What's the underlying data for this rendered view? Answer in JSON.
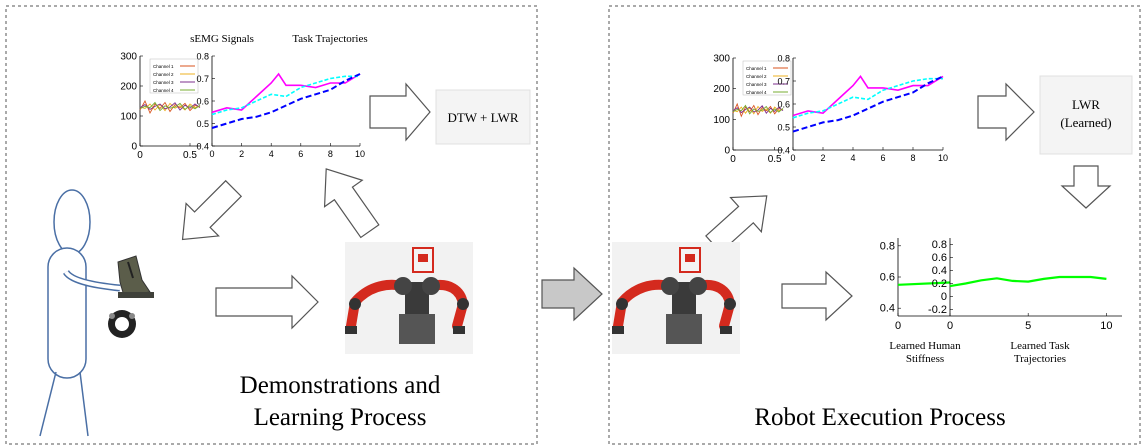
{
  "panels": {
    "demonstration": {
      "caption_line1": "Demonstrations and",
      "caption_line2": "Learning Process",
      "semg_title": "sEMG Signals",
      "traj_title": "Task Trajectories",
      "method_box": "DTW + LWR"
    },
    "execution": {
      "caption": "Robot Execution Process",
      "method_line1": "LWR",
      "method_line2": "(Learned)",
      "stiffness_label_line1": "Learned Human",
      "stiffness_label_line2": "Stiffness",
      "traj_label_line1": "Learned Task",
      "traj_label_line2": "Trajectories"
    }
  },
  "legend": [
    "Channel 1",
    "Channel 2",
    "Channel 3",
    "Channel 4"
  ],
  "colors": {
    "emg_channels": [
      "#d9531e",
      "#edb120",
      "#7e2f8e",
      "#77ac30"
    ],
    "traj_magenta": "#ff00ff",
    "traj_cyan": "#00ffff",
    "traj_blue": "#0000ff",
    "learned": "#00ff00",
    "arrow_fill": "#ffffff",
    "arrow_mid_fill": "#c8c8c8",
    "robot_red": "#d42a1e",
    "panel_border": "#555555"
  },
  "chart_data": [
    {
      "type": "line",
      "title": "sEMG Signals",
      "ylim": [
        0,
        300
      ],
      "yticks": [
        "300",
        "200",
        "100",
        "0"
      ],
      "xlim": [
        0,
        0.6
      ],
      "xticks": [
        "0",
        "0.5"
      ],
      "series": [
        {
          "name": "Channel 1",
          "x": [
            0,
            0.05,
            0.1,
            0.15,
            0.2,
            0.25,
            0.3,
            0.35,
            0.4,
            0.45,
            0.5,
            0.55,
            0.6
          ],
          "values": [
            120,
            150,
            110,
            140,
            125,
            145,
            115,
            138,
            128,
            142,
            118,
            135,
            130
          ]
        },
        {
          "name": "Channel 2",
          "x": [
            0,
            0.05,
            0.1,
            0.15,
            0.2,
            0.25,
            0.3,
            0.35,
            0.4,
            0.45,
            0.5,
            0.55,
            0.6
          ],
          "values": [
            130,
            125,
            140,
            120,
            138,
            118,
            142,
            126,
            134,
            120,
            140,
            128,
            132
          ]
        },
        {
          "name": "Channel 3",
          "x": [
            0,
            0.05,
            0.1,
            0.15,
            0.2,
            0.25,
            0.3,
            0.35,
            0.4,
            0.45,
            0.5,
            0.55,
            0.6
          ],
          "values": [
            128,
            138,
            122,
            132,
            140,
            124,
            130,
            144,
            120,
            136,
            126,
            140,
            128
          ]
        },
        {
          "name": "Channel 4",
          "x": [
            0,
            0.05,
            0.1,
            0.15,
            0.2,
            0.25,
            0.3,
            0.35,
            0.4,
            0.45,
            0.5,
            0.55,
            0.6
          ],
          "values": [
            125,
            132,
            128,
            145,
            118,
            134,
            126,
            130,
            142,
            122,
            134,
            124,
            136
          ]
        }
      ]
    },
    {
      "type": "line",
      "title": "Task Trajectories",
      "ylim": [
        0.4,
        0.8
      ],
      "yticks": [
        "0.8",
        "0.7",
        "0.6",
        "0.5",
        "0.4"
      ],
      "xlim": [
        0,
        10
      ],
      "xticks": [
        "0",
        "2",
        "4",
        "6",
        "8",
        "10"
      ],
      "series": [
        {
          "x": [
            0,
            1,
            2,
            3,
            4,
            4.5,
            5,
            6,
            7,
            8,
            9,
            10
          ],
          "values": [
            0.55,
            0.57,
            0.56,
            0.62,
            0.68,
            0.72,
            0.67,
            0.67,
            0.66,
            0.68,
            0.68,
            0.72
          ]
        },
        {
          "x": [
            0,
            1,
            2,
            3,
            4,
            5,
            6,
            7,
            8,
            9,
            10
          ],
          "values": [
            0.54,
            0.56,
            0.57,
            0.6,
            0.63,
            0.62,
            0.66,
            0.68,
            0.7,
            0.71,
            0.71
          ]
        },
        {
          "x": [
            0,
            1,
            2,
            3,
            4,
            5,
            6,
            7,
            8,
            9,
            10
          ],
          "values": [
            0.48,
            0.5,
            0.52,
            0.53,
            0.55,
            0.58,
            0.61,
            0.63,
            0.65,
            0.69,
            0.72
          ]
        }
      ]
    },
    {
      "type": "line",
      "title": "",
      "ylim": [
        0,
        300
      ],
      "yticks": [
        "300",
        "200",
        "100",
        "0"
      ],
      "xlim": [
        0,
        0.6
      ],
      "xticks": [
        "0",
        "0.5"
      ],
      "series": [
        {
          "name": "Channel 1",
          "x": [
            0,
            0.05,
            0.1,
            0.15,
            0.2,
            0.25,
            0.3,
            0.35,
            0.4,
            0.45,
            0.5,
            0.55,
            0.6
          ],
          "values": [
            120,
            150,
            110,
            140,
            125,
            145,
            115,
            138,
            128,
            142,
            118,
            135,
            130
          ]
        },
        {
          "name": "Channel 2",
          "x": [
            0,
            0.05,
            0.1,
            0.15,
            0.2,
            0.25,
            0.3,
            0.35,
            0.4,
            0.45,
            0.5,
            0.55,
            0.6
          ],
          "values": [
            130,
            125,
            140,
            120,
            138,
            118,
            142,
            126,
            134,
            120,
            140,
            128,
            132
          ]
        },
        {
          "name": "Channel 3",
          "x": [
            0,
            0.05,
            0.1,
            0.15,
            0.2,
            0.25,
            0.3,
            0.35,
            0.4,
            0.45,
            0.5,
            0.55,
            0.6
          ],
          "values": [
            128,
            138,
            122,
            132,
            140,
            124,
            130,
            144,
            120,
            136,
            126,
            140,
            128
          ]
        },
        {
          "name": "Channel 4",
          "x": [
            0,
            0.05,
            0.1,
            0.15,
            0.2,
            0.25,
            0.3,
            0.35,
            0.4,
            0.45,
            0.5,
            0.55,
            0.6
          ],
          "values": [
            125,
            132,
            128,
            145,
            118,
            134,
            126,
            130,
            142,
            122,
            134,
            124,
            136
          ]
        }
      ]
    },
    {
      "type": "line",
      "title": "",
      "ylim": [
        0.4,
        0.8
      ],
      "yticks": [
        "0.8",
        "0.7",
        "0.6",
        "0.5",
        "0.4"
      ],
      "xlim": [
        0,
        10
      ],
      "xticks": [
        "0",
        "2",
        "4",
        "6",
        "8",
        "10"
      ],
      "series": [
        {
          "x": [
            0,
            1,
            2,
            3,
            4,
            4.5,
            5,
            6,
            7,
            8,
            9,
            10
          ],
          "values": [
            0.55,
            0.57,
            0.56,
            0.62,
            0.68,
            0.72,
            0.67,
            0.67,
            0.66,
            0.68,
            0.68,
            0.72
          ]
        },
        {
          "x": [
            0,
            1,
            2,
            3,
            4,
            5,
            6,
            7,
            8,
            9,
            10
          ],
          "values": [
            0.54,
            0.56,
            0.57,
            0.6,
            0.63,
            0.62,
            0.66,
            0.68,
            0.7,
            0.71,
            0.71
          ]
        },
        {
          "x": [
            0,
            1,
            2,
            3,
            4,
            5,
            6,
            7,
            8,
            9,
            10
          ],
          "values": [
            0.48,
            0.5,
            0.52,
            0.53,
            0.55,
            0.58,
            0.61,
            0.63,
            0.65,
            0.69,
            0.72
          ]
        }
      ]
    },
    {
      "type": "line",
      "title": "",
      "xlabel": "Learned Human Stiffness",
      "ylim": [
        0.35,
        0.85
      ],
      "yticks": [
        "0.8",
        "0.6",
        "0.4"
      ],
      "xlim": [
        0,
        1
      ],
      "xticks": [
        "0"
      ],
      "series": [
        {
          "x": [
            0,
            1
          ],
          "values": [
            0.55,
            0.565
          ]
        }
      ]
    },
    {
      "type": "line",
      "title": "",
      "xlabel": "Learned Task Trajectories",
      "ylim": [
        -0.3,
        0.9
      ],
      "yticks": [
        "0.8",
        "0.6",
        "0.4",
        "0.2",
        "0",
        "-0.2"
      ],
      "xlim": [
        0,
        11
      ],
      "xticks": [
        "0",
        "5",
        "10"
      ],
      "series": [
        {
          "x": [
            0,
            1,
            2,
            3,
            4,
            5,
            6,
            7,
            8,
            9,
            10
          ],
          "values": [
            0.16,
            0.2,
            0.25,
            0.28,
            0.24,
            0.23,
            0.27,
            0.3,
            0.3,
            0.3,
            0.27
          ]
        }
      ]
    }
  ]
}
